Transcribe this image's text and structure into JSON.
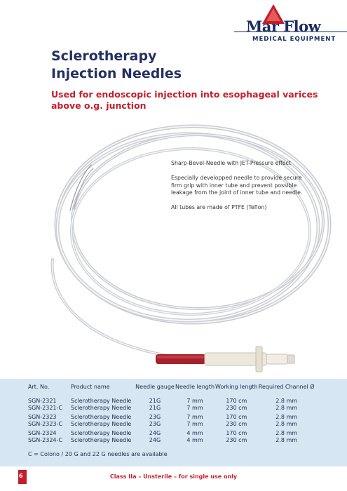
{
  "brand": {
    "name": "Mar Flow",
    "tagline": "MEDICAL EQUIPMENT"
  },
  "title_line1": "Sclerotherapy",
  "title_line2": "Injection Needles",
  "subtitle": "Used for endoscopic injection into esophageal varices above o.g. junction",
  "description": [
    "Sharp-Bevel-Needle with JET-Pressure effect",
    "Especially developped needle to provide secure firm grip with inner tube and prevent possible leakage from the joint of inner tube and needle.",
    "All tubes are made of PTFE (Teflon)"
  ],
  "table": {
    "headers": [
      "Art. No.",
      "Product name",
      "Needle gauge",
      "Needle length",
      "Working length",
      "Required Channel Ø"
    ],
    "rows": [
      [
        "SGN-2321",
        "Sclerotherapy Needle",
        "21G",
        "7 mm",
        "170 cm",
        "2.8 mm"
      ],
      [
        "SGN-2321-C",
        "Sclerotherapy Needle",
        "21G",
        "7 mm",
        "230 cm",
        "2.8 mm"
      ],
      [
        "SGN-2323",
        "Sclerotherapy Needle",
        "23G",
        "7 mm",
        "170 cm",
        "2.8 mm"
      ],
      [
        "SGN-2323-C",
        "Sclerotherapy Needle",
        "23G",
        "7 mm",
        "230 cm",
        "2.8 mm"
      ],
      [
        "SGN-2324",
        "Sclerotherapy Needle",
        "24G",
        "4 mm",
        "170 cm",
        "2.8 mm"
      ],
      [
        "SGN-2324-C",
        "Sclerotherapy Needle",
        "24G",
        "4 mm",
        "230 cm",
        "2.8 mm"
      ]
    ]
  },
  "footnote": "C = Colono / 20 G and 22 G needles are available",
  "page_number": "6",
  "footer": "Class IIa – Unsterile – for single use only",
  "colors": {
    "navy": "#1b2d63",
    "accent_red": "#c31e2e",
    "table_band": "#d6e6f2"
  }
}
